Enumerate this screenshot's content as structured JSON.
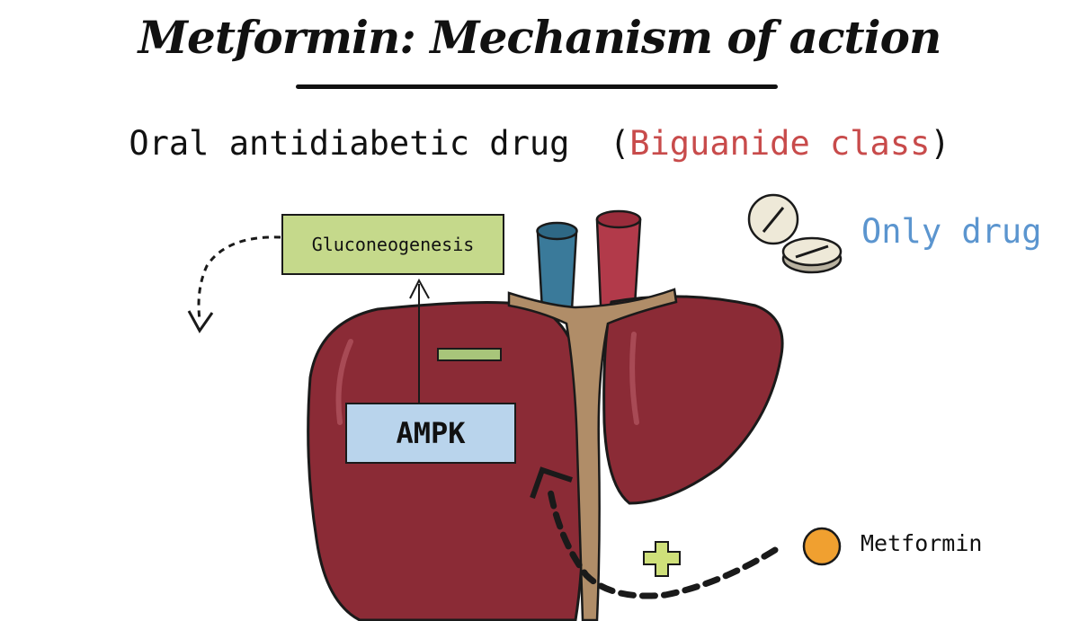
{
  "title": "Metformin: Mechanism of action",
  "subtitle": {
    "prefix": "Oral antidiabetic drug  (",
    "accent": "Biguanide class",
    "suffix": ")"
  },
  "badge": "Only drug",
  "boxes": {
    "gluconeogenesis": "Gluconeogenesis",
    "ampk": "AMPK"
  },
  "drug_label": "Metformin",
  "colors": {
    "liver": "#8b2b36",
    "gallbladder": "#8fa83a",
    "ligament": "#b08d68",
    "vein": "#3a7a9a",
    "artery": "#b23a4a",
    "gluco_box": "#c5d98b",
    "ampk_box": "#b9d4ec",
    "accent_red": "#c84b4b",
    "accent_blue": "#5b95cf",
    "metformin_dot": "#f0a030",
    "plus": "#cfe07a"
  }
}
